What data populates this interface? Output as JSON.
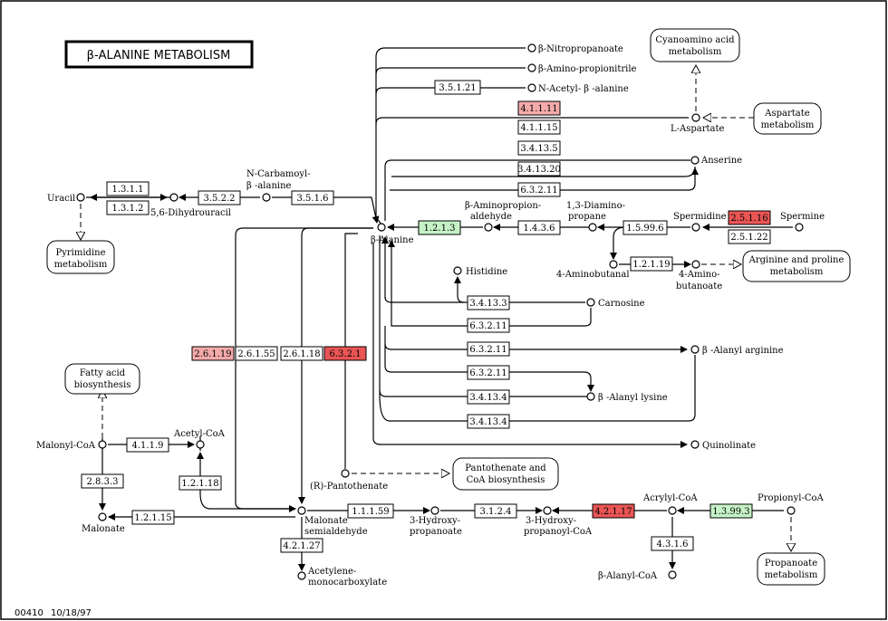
{
  "title": "β-ALANINE METABOLISM",
  "footer": {
    "map_id": "00410",
    "date": "10/18/97"
  },
  "colors": {
    "enzyme_white": "#ffffff",
    "enzyme_green": "#c6f3c6",
    "enzyme_pink": "#f5aaaa",
    "enzyme_red": "#ea5555"
  },
  "enzymes": {
    "e_1_3_1_1": "1.3.1.1",
    "e_1_3_1_2": "1.3.1.2",
    "e_3_5_2_2": "3.5.2.2",
    "e_3_5_1_6": "3.5.1.6",
    "e_3_5_1_21": "3.5.1.21",
    "e_4_1_1_11": "4.1.1.11",
    "e_4_1_1_15": "4.1.1.15",
    "e_3_4_13_5": "3.4.13.5",
    "e_3_4_13_20": "3.4.13.20",
    "e_6_3_2_11a": "6.3.2.11",
    "e_1_2_1_3": "1.2.1.3",
    "e_1_4_3_6": "1.4.3.6",
    "e_1_5_99_6": "1.5.99.6",
    "e_2_5_1_16": "2.5.1.16",
    "e_2_5_1_22": "2.5.1.22",
    "e_1_2_1_19": "1.2.1.19",
    "e_3_4_13_3": "3.4.13.3",
    "e_6_3_2_11b": "6.3.2.11",
    "e_6_3_2_11c": "6.3.2.11",
    "e_6_3_2_11d": "6.3.2.11",
    "e_3_4_13_4a": "3.4.13.4",
    "e_3_4_13_4b": "3.4.13.4",
    "e_2_6_1_19": "2.6.1.19",
    "e_2_6_1_55": "2.6.1.55",
    "e_2_6_1_18": "2.6.1.18",
    "e_6_3_2_1": "6.3.2.1",
    "e_4_1_1_9": "4.1.1.9",
    "e_2_8_3_3": "2.8.3.3",
    "e_1_2_1_18": "1.2.1.18",
    "e_1_2_1_15": "1.2.1.15",
    "e_1_1_1_59": "1.1.1.59",
    "e_3_1_2_4": "3.1.2.4",
    "e_4_2_1_17": "4.2.1.17",
    "e_1_3_99_3": "1.3.99.3",
    "e_4_3_1_6": "4.3.1.6",
    "e_4_2_1_27": "4.2.1.27"
  },
  "compounds": {
    "nitropropanoate": "β-Nitropropanoate",
    "amino_propionitrile": "β-Amino-propionitrile",
    "n_acetyl_b_alanine": "N-Acetyl- β -alanine",
    "l_aspartate": "L-Aspartate",
    "anserine": "Anserine",
    "uracil": "Uracil",
    "n_carbamoyl_1": "N-Carbamoyl-",
    "n_carbamoyl_2": "β -alanine",
    "dihydrouracil": "5,6-Dihydrouracil",
    "aminopropion_1": "β-Aminopropion-",
    "aminopropion_2": "aldehyde",
    "diaminopropane_1": "1,3-Diamino-",
    "diaminopropane_2": "propane",
    "spermidine": "Spermidine",
    "spermine": "Spermine",
    "b_alanine": "β-Alanine",
    "aminobutanal": "4-Aminobutanal",
    "aminobutanoate_1": "4-Amino-",
    "aminobutanoate_2": "butanoate",
    "histidine": "Histidine",
    "carnosine": "Carnosine",
    "alanyl_arginine": "β -Alanyl arginine",
    "alanyl_lysine": "β -Alanyl lysine",
    "quinolinate": "Quinolinate",
    "pantothenate": "(R)-Pantothenate",
    "malonyl_coa": "Malonyl-CoA",
    "acetyl_coa": "Acetyl-CoA",
    "malonate": "Malonate",
    "malonate_semi_1": "Malonate",
    "malonate_semi_2": "semialdehyde",
    "hydroxypropanoate_1": "3-Hydroxy-",
    "hydroxypropanoate_2": "propanoate",
    "hydroxypropanoyl_1": "3-Hydroxy-",
    "hydroxypropanoyl_2": "propanoyl-CoA",
    "acrylyl_coa": "Acrylyl-CoA",
    "propionyl_coa": "Propionyl-CoA",
    "alanyl_coa": "β-Alanyl-CoA",
    "acetylene_1": "Acetylene-",
    "acetylene_2": "monocarboxylate"
  },
  "maps": {
    "cyanoamino_1": "Cyanoamino acid",
    "cyanoamino_2": "metabolism",
    "aspartate_1": "Aspartate",
    "aspartate_2": "metabolism",
    "pyrimidine_1": "Pyrimidine",
    "pyrimidine_2": "metabolism",
    "arginine_1": "Arginine and proline",
    "arginine_2": "metabolism",
    "fatty_1": "Fatty acid",
    "fatty_2": "biosynthesis",
    "pantothenate_1": "Pantothenate and",
    "pantothenate_2": "CoA biosynthesis",
    "propanoate_1": "Propanoate",
    "propanoate_2": "metabolism"
  }
}
